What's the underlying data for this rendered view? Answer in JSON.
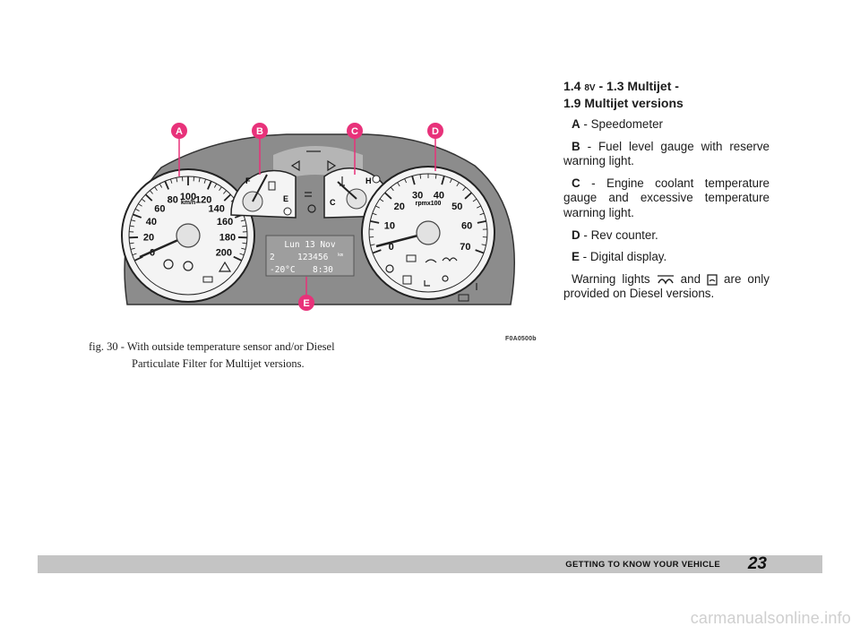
{
  "figure": {
    "code": "F0A0500b",
    "callouts": [
      "A",
      "B",
      "C",
      "D",
      "E"
    ],
    "speedometer": {
      "labels": [
        "0",
        "20",
        "40",
        "60",
        "80",
        "100",
        "120",
        "140",
        "160",
        "180",
        "200"
      ],
      "unit": "km/h"
    },
    "fuel_gauge": {
      "full": "F",
      "empty": "E"
    },
    "temp_gauge": {
      "cold": "C",
      "hot": "H"
    },
    "rev_counter": {
      "labels": [
        "0",
        "10",
        "20",
        "30",
        "40",
        "50",
        "60",
        "70"
      ],
      "unit": "rpmx100"
    },
    "display": {
      "line1": "Lun 13 Nov",
      "line2_left": "2",
      "odometer": "123456",
      "odometer_unit": "km",
      "temperature": "-20°C",
      "time": "8:30"
    },
    "accent_color": "#e8327a"
  },
  "caption": {
    "line1": "fig. 30 - With outside temperature sensor and/or Diesel",
    "line2": "Particulate Filter for Multijet versions."
  },
  "text": {
    "title_a": "1.4",
    "title_small": "8V",
    "title_b": "- 1.3 Multijet -",
    "title_line2": "1.9 Multijet versions",
    "items": [
      {
        "key": "A",
        "text": "- Speedometer"
      },
      {
        "key": "B",
        "text": "- Fuel level gauge with reserve warning light."
      },
      {
        "key": "C",
        "text": "- Engine coolant temperature gauge and excessive temperature warning light."
      },
      {
        "key": "D",
        "text": "- Rev counter."
      },
      {
        "key": "E",
        "text": "- Digital display."
      }
    ],
    "warning_before": "Warning lights",
    "warning_and": "and",
    "warning_after": "are only provided on Diesel versions."
  },
  "footer": {
    "label": "GETTING TO KNOW YOUR VEHICLE",
    "page": "23"
  },
  "watermark": "carmanualsonline.info"
}
